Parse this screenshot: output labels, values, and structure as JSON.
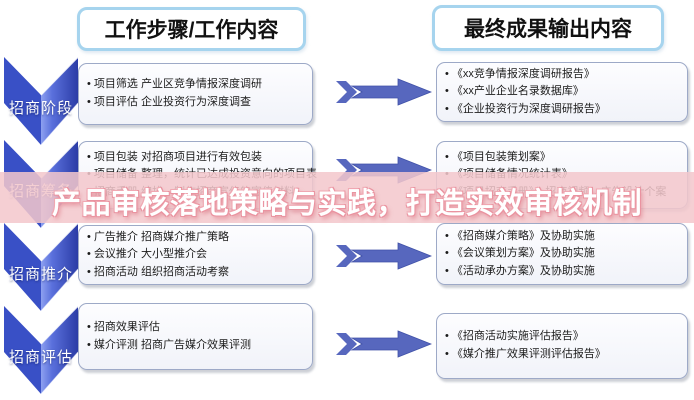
{
  "headers": {
    "left": "工作步骤/工作内容",
    "right": "最终成果输出内容"
  },
  "stages": [
    {
      "label": "招商阶段",
      "work_items": [
        "项目筛选 产业区竞争情报深度调研",
        "项目评估 企业投资行为深度调查"
      ],
      "outputs": [
        "《xx竞争情报深度调研报告》",
        "《xx产业企业名录数据库》",
        "《企业投资行为深度调研报告》"
      ]
    },
    {
      "label": "招商筹备",
      "work_items": [
        "项目包装 对招商项目进行有效包装",
        "项目储备 整理，统计已达成投资意向的项目表",
        "招商手册 编排，制作招商宣传的宣传材料"
      ],
      "outputs": [
        "《项目包装策划案》",
        "《项目储备情况统计表》",
        "《项目招商手册》、招商视频、广告设计个案"
      ]
    },
    {
      "label": "招商推介",
      "work_items": [
        "广告推介 招商媒介推广策略",
        "会议推介 大小型推介会",
        "招商活动 组织招商活动考察"
      ],
      "outputs": [
        "《招商媒介策略》及协助实施",
        "《会议策划方案》及协助实施",
        "《活动承办方案》及协助实施"
      ]
    },
    {
      "label": "招商评估",
      "work_items": [
        "招商效果评估",
        "媒介评测 招商广告媒介效果评测"
      ],
      "outputs": [
        "《招商活动实施评估报告》",
        "《媒介推广效果评测评估报告》"
      ]
    }
  ],
  "title_overlay": {
    "text": "产品审核落地策略与实践，打造实效审核机制"
  },
  "colors": {
    "chevron_left": "#3950C6",
    "chevron_highlight": "#8DA0F0",
    "chevron_mid": "#5A70DC",
    "chevron_dark": "#2B3CA6",
    "arrow": "#5767BE",
    "arrow_edge": "#4152A8",
    "header_border": "#A6D4EE",
    "box_border": "#9DA9C7",
    "overlay_band": "#F3C7CC",
    "overlay_text": "#FFFFFF"
  }
}
